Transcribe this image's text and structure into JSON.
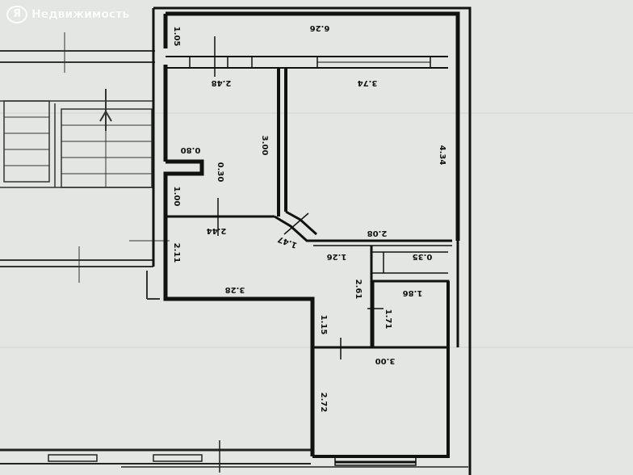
{
  "watermark": {
    "logo": "Я",
    "brand": "Недвижимость"
  },
  "dimensions": {
    "top_wide": "6.26",
    "top_corridor_h": "1.05",
    "room_left_w": "2.48",
    "room_right_w": "3.74",
    "room_left_h": "3.00",
    "room_right_h": "4.34",
    "niche_w": "0.80",
    "niche_h": "0.30",
    "hall_left_h": "1.00",
    "hall_top_w": "2.44",
    "diag": "1.47",
    "hall_right_w": "2.08",
    "small_w": "1.26",
    "small_cell_w": "0.35",
    "hall_left_h2": "2.11",
    "hall_bottom_w": "3.28",
    "hall_mid_h": "2.61",
    "bath_w": "1.86",
    "bath_h": "1.71",
    "step_h": "1.15",
    "bottom_room_w": "3.00",
    "bottom_room_h": "2.72"
  }
}
